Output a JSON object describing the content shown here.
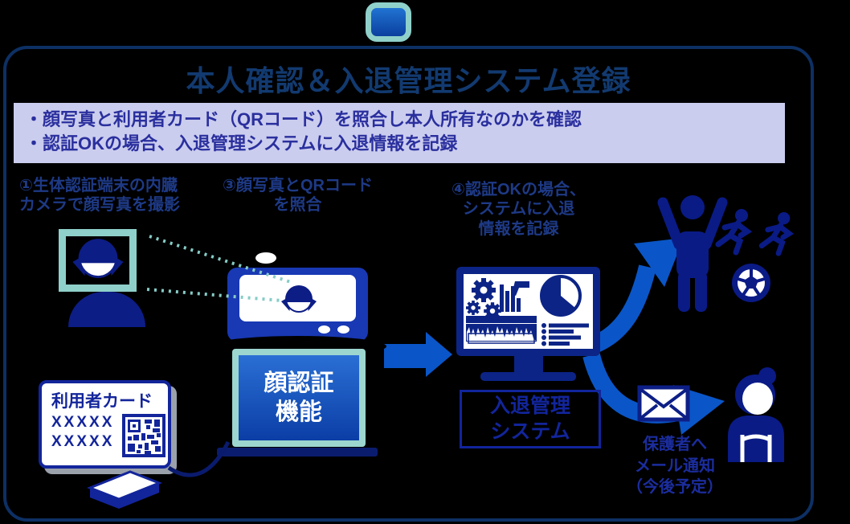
{
  "title": "本人確認＆入退管理システム登録",
  "summary": {
    "line1": "・顔写真と利用者カード（QRコード）を照合し本人所有なのかを確認",
    "line2": "・認証OKの場合、入退管理システムに入退情報を記録"
  },
  "step1": {
    "line1": "①生体認証端末の内臓",
    "line2": "カメラで顔写真を撮影"
  },
  "step3": {
    "line1": "③顔写真とQRコード",
    "line2": "を照合"
  },
  "step4": {
    "line1": "④認証OKの場合、",
    "line2": "システムに入退",
    "line3": "情報を記録"
  },
  "terminal": {
    "function_line1": "顔認証",
    "function_line2": "機能"
  },
  "card": {
    "title": "利用者カード",
    "code_line1": "XXXXX",
    "code_line2": "XXXXX"
  },
  "system_box": {
    "line1": "入退管理",
    "line2": "システム"
  },
  "mail_note": {
    "line1": "保護者へ",
    "line2": "メール通知",
    "line3": "（今後予定）"
  },
  "icons": [
    "girl-face-icon",
    "photo-frame-icon",
    "terminal-icon",
    "user-card-icon",
    "qr-code-icon",
    "card-reader-icon",
    "monitor-dashboard-icon",
    "gear-icon",
    "bar-chart-icon",
    "pie-chart-icon",
    "waveform-icon",
    "list-icon",
    "envelope-icon",
    "guardian-icon",
    "cheering-person-icon",
    "runners-icon",
    "soccer-ball-icon",
    "arrow-right-icon",
    "curved-arrow-up-icon",
    "curved-arrow-down-icon"
  ],
  "colors": {
    "background": "#000000",
    "frame_border": "#0d3064",
    "title_text": "#123a70",
    "summary_bg": "#cbcdee",
    "summary_text": "#2a2f9e",
    "step_text": "#1e3a86",
    "icon_navy": "#0a1b86",
    "terminal_blue": "#1838b4",
    "monitor_navy": "#0c2486",
    "arrow_blue": "#0a56c8",
    "teal_accent": "#8fd0ca",
    "white": "#ffffff"
  }
}
